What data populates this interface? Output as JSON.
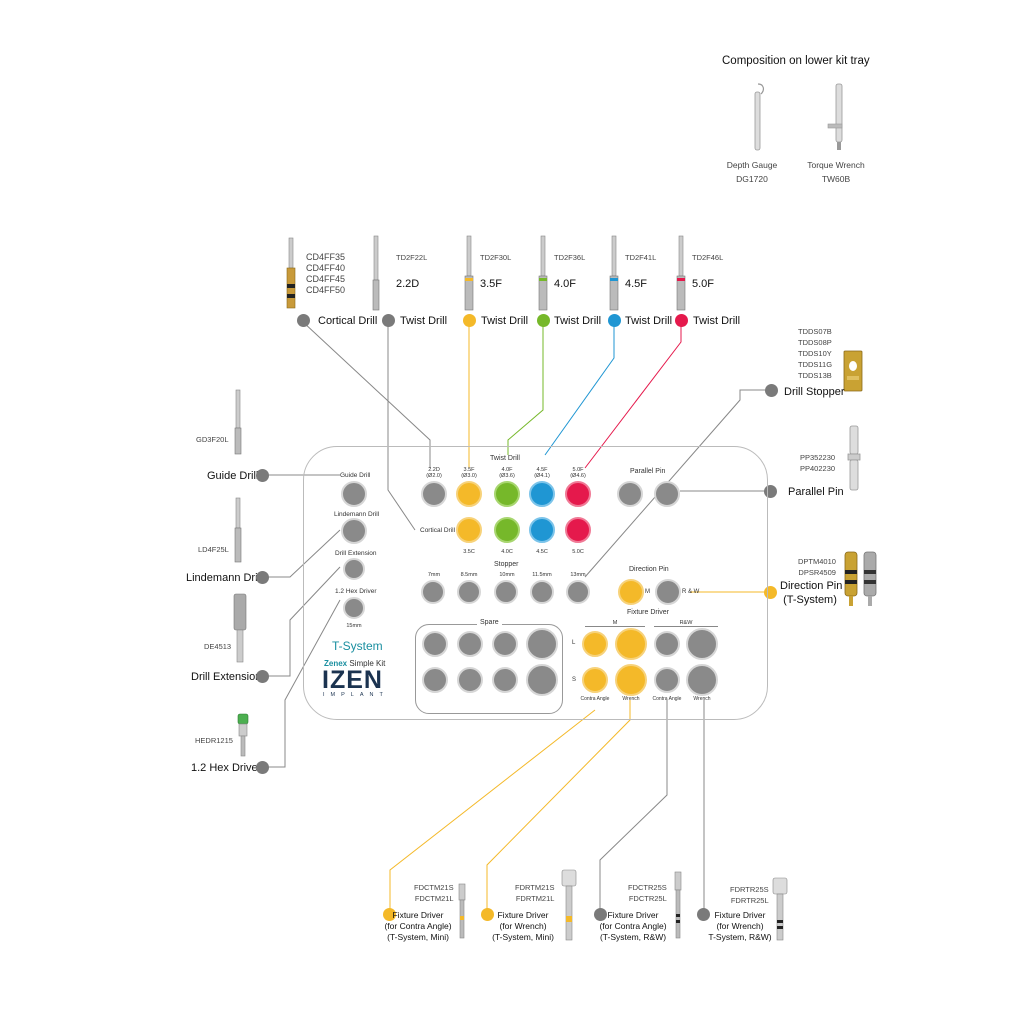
{
  "header": {
    "title": "Composition on lower kit tray"
  },
  "lower_tools": [
    {
      "name": "Depth Gauge",
      "code": "DG1720"
    },
    {
      "name": "Torque Wrench",
      "code": "TW60B"
    }
  ],
  "top_tools": [
    {
      "codes": [
        "CD4FF35",
        "CD4FF40",
        "CD4FF45",
        "CD4FF50"
      ],
      "label": "Cortical Drill",
      "color": "#7a7a7a"
    },
    {
      "code": "TD2F22L",
      "size": "2.2D",
      "label": "Twist Drill",
      "color": "#7a7a7a"
    },
    {
      "code": "TD2F30L",
      "size": "3.5F",
      "label": "Twist Drill",
      "color": "#f4b929"
    },
    {
      "code": "TD2F36L",
      "size": "4.0F",
      "label": "Twist Drill",
      "color": "#76b82a"
    },
    {
      "code": "TD2F41L",
      "size": "4.5F",
      "label": "Twist Drill",
      "color": "#1f96d3"
    },
    {
      "code": "TD2F46L",
      "size": "5.0F",
      "label": "Twist Drill",
      "color": "#e5194c"
    }
  ],
  "right_tools": {
    "stopper": {
      "codes": [
        "TDDS07B",
        "TDDS08P",
        "TDDS10Y",
        "TDDS11G",
        "TDDS13B"
      ],
      "label": "Drill Stopper"
    },
    "parallel": {
      "codes": [
        "PP352230",
        "PP402230"
      ],
      "label": "Parallel Pin"
    },
    "direction": {
      "codes": [
        "DPTM4010",
        "DPSR4509"
      ],
      "label": "Direction Pin",
      "sub": "(T-System)"
    }
  },
  "left_tools": [
    {
      "code": "GD3F20L",
      "label": "Guide Drill"
    },
    {
      "code": "LD4F25L",
      "label": "Lindemann Drill"
    },
    {
      "code": "DE4513",
      "label": "Drill Extension"
    },
    {
      "code": "HEDR1215",
      "label": "1.2 Hex Driver"
    }
  ],
  "bottom_tools": [
    {
      "codes": [
        "FDCTM21S",
        "FDCTM21L"
      ],
      "lines": [
        "Fixture Driver",
        "(for Contra Angle)",
        "(T-System, Mini)"
      ],
      "color": "#f4b929"
    },
    {
      "codes": [
        "FDRTM21S",
        "FDRTM21L"
      ],
      "lines": [
        "Fixture Driver",
        "(for Wrench)",
        "(T-System, Mini)"
      ],
      "color": "#f4b929"
    },
    {
      "codes": [
        "FDCTR25S",
        "FDCTR25L"
      ],
      "lines": [
        "Fixture Driver",
        "(for Contra Angle)",
        "(T-System, R&W)"
      ],
      "color": "#7a7a7a"
    },
    {
      "codes": [
        "FDRTR25S",
        "FDRTR25L"
      ],
      "lines": [
        "Fixture Driver",
        "(for Wrench)",
        "T-System, R&W)"
      ],
      "color": "#7a7a7a"
    }
  ],
  "tray": {
    "twist_drill_title": "Twist Drill",
    "twist_sizes": [
      {
        "top": "2.2D",
        "sub": "(Ø2.0)"
      },
      {
        "top": "3.5F",
        "sub": "(Ø3.0)"
      },
      {
        "top": "4.0F",
        "sub": "(Ø3.6)"
      },
      {
        "top": "4.5F",
        "sub": "(Ø4.1)"
      },
      {
        "top": "5.0F",
        "sub": "(Ø4.6)"
      }
    ],
    "cortical_label": "Cortical Drill",
    "cortical_sizes": [
      "3.5C",
      "4.0C",
      "4.5C",
      "5.0C"
    ],
    "parallel_pin": "Parallel Pin",
    "guide_drill": "Guide Drill",
    "lindemann": "Lindemann Drill",
    "drill_extension": "Drill Extension",
    "hex_driver": "1.2 Hex Driver",
    "hex_size": "15mm",
    "stopper_title": "Stopper",
    "stopper_sizes": [
      "7mm",
      "8.5mm",
      "10mm",
      "11.5mm",
      "13mm"
    ],
    "direction_pin": "Direction Pin",
    "dp_m": "M",
    "dp_rw": "R & W",
    "fixture_driver": "Fixture Driver",
    "fd_m": "M",
    "fd_rw": "R&W",
    "fd_l": "L",
    "fd_s": "S",
    "fd_bottom": [
      "Contra Angle",
      "Wrench",
      "Contra Angle",
      "Wrench"
    ],
    "spare": "Spare",
    "brand_system": "T-System",
    "brand_zenex": "Zenex",
    "brand_kit": "Simple Kit",
    "brand_logo": "IZEN",
    "brand_sub": "IMPLANT"
  },
  "colors": {
    "yellow": "#f4b929",
    "green": "#76b82a",
    "blue": "#1f96d3",
    "red": "#e5194c",
    "gray": "#7a7a7a",
    "teal": "#1a8fa0"
  }
}
